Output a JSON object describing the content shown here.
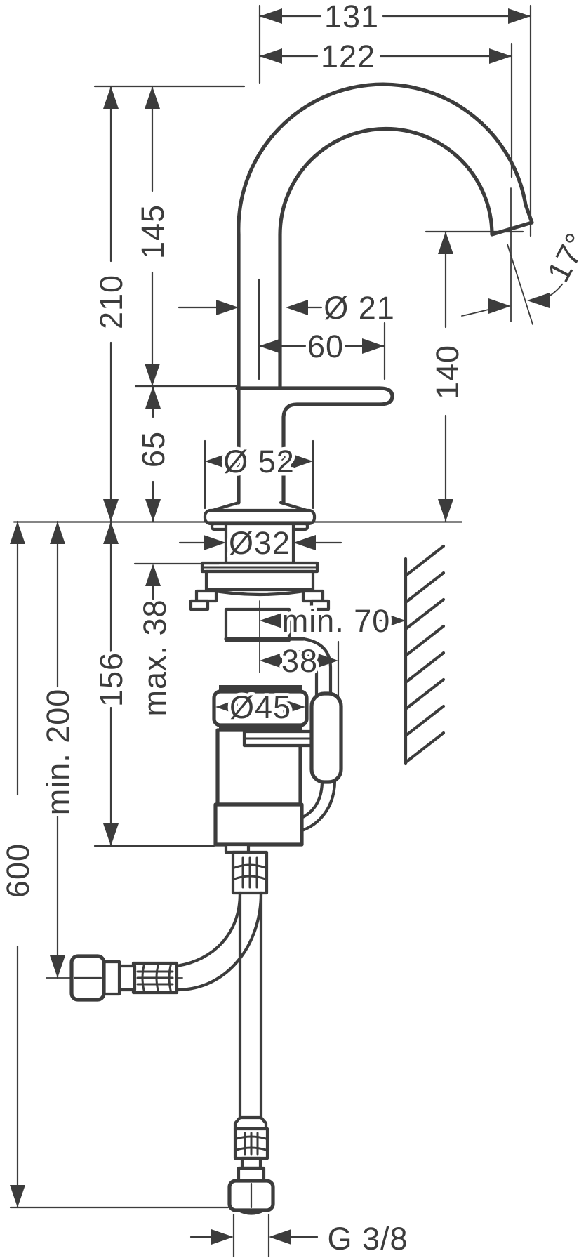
{
  "title": "basin-mixer-technical-drawing",
  "colors": {
    "ink": "#3c3c3c",
    "paper": "#ffffff"
  },
  "dims": {
    "reach_overall": "131",
    "reach_spout": "122",
    "height_total": "210",
    "height_spout": "145",
    "spout_pipe_d": "Ø 21",
    "handle_reach": "60",
    "outlet_height": "140",
    "outlet_angle": "17°",
    "handle_drop": "65",
    "base_d": "Ø 52",
    "shank_d": "Ø32",
    "deck_thickness": "max. 38",
    "wall_clearance": "min. 70",
    "hose_offset": "38",
    "body_d": "Ø45",
    "underdeck_depth": "156",
    "hose_clearance": "min. 200",
    "hose_length": "600",
    "thread": "G 3/8"
  }
}
